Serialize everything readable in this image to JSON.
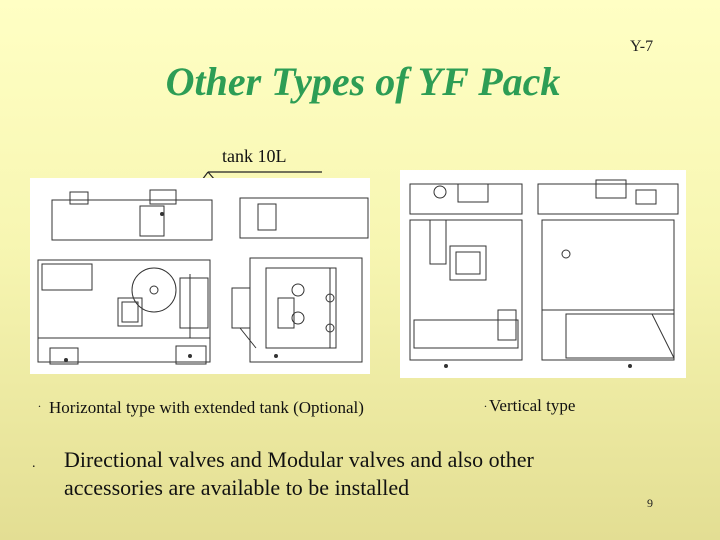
{
  "slide": {
    "code": "Y-7",
    "title": "Other Types of  YF Pack",
    "callout": "tank 10L",
    "caption_left": "Horizontal type with extended tank (Optional)",
    "caption_right": "Vertical type",
    "note_line1": "Directional valves and Modular valves and also other",
    "note_line2": "accessories are available to be installed",
    "page_number": "9",
    "bullet": "."
  },
  "colors": {
    "title": "#2d9d55",
    "background_top": "#ffffc4",
    "background_bottom": "#e3de93"
  }
}
